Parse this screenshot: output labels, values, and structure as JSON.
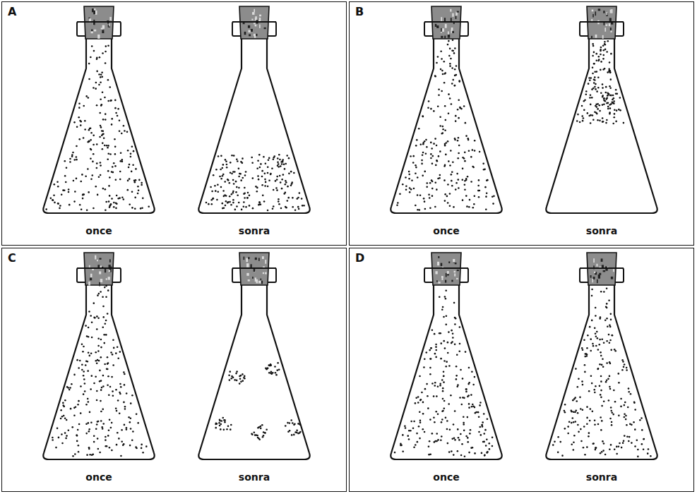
{
  "diagram": {
    "nodes": [
      {
        "text": [
          "A"
        ]
      },
      {
        "text": [
          "once"
        ],
        "in": 0
      },
      {
        "text": [
          "sonra"
        ],
        "in": 0
      },
      {
        "text": [
          "B"
        ]
      },
      {
        "text": [
          "once"
        ],
        "in": 3
      },
      {
        "text": [
          "sonra"
        ],
        "in": 3
      },
      {
        "text": [
          "C"
        ]
      },
      {
        "text": [
          "once"
        ],
        "in": 6
      },
      {
        "text": [
          "sonra"
        ],
        "in": 6
      },
      {
        "text": [
          "D"
        ]
      },
      {
        "text": [
          "once"
        ],
        "in": 9
      },
      {
        "text": [
          "sonra"
        ],
        "in": 9
      }
    ]
  }
}
